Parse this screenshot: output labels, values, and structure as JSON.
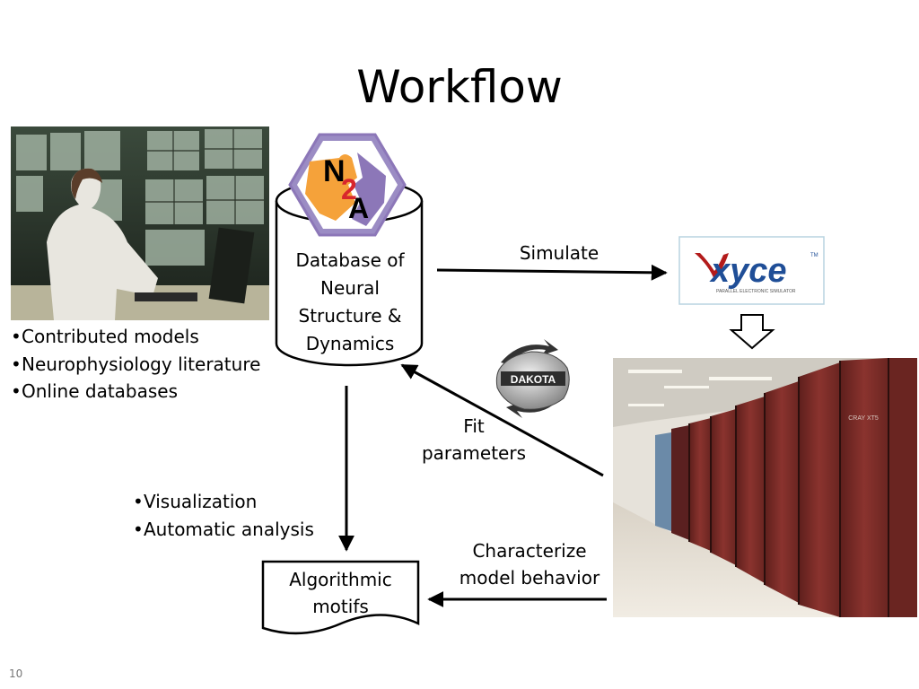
{
  "slide": {
    "title": "Workflow",
    "slide_number": "10"
  },
  "logos": {
    "n2a": {
      "letters": [
        "N",
        "2",
        "A"
      ]
    },
    "xyce": {
      "name": "xyce",
      "tm": "TM",
      "tagline": "PARALLEL ELECTRONIC SIMULATOR"
    },
    "dakota": {
      "name": "DAKOTA"
    },
    "cray": {
      "label": "CRAY XT5"
    }
  },
  "nodes": {
    "database": {
      "lines": [
        "Database of",
        "Neural",
        "Structure &",
        "Dynamics"
      ]
    },
    "motifs": {
      "lines": [
        "Algorithmic",
        "motifs"
      ]
    }
  },
  "sources": [
    "Contributed models",
    "Neurophysiology literature",
    "Online databases"
  ],
  "outputs": [
    "Visualization",
    "Automatic analysis"
  ],
  "edges": {
    "simulate": "Simulate",
    "fit": [
      "Fit",
      "parameters"
    ],
    "characterize": [
      "Characterize",
      "model behavior"
    ]
  },
  "colors": {
    "n2a_orange": "#f5a23a",
    "n2a_purple": "#8c77b8",
    "n2a_red": "#d8262c",
    "xyce_blue": "#1f4e97",
    "cabinet_maroon": "#7a2a26"
  }
}
